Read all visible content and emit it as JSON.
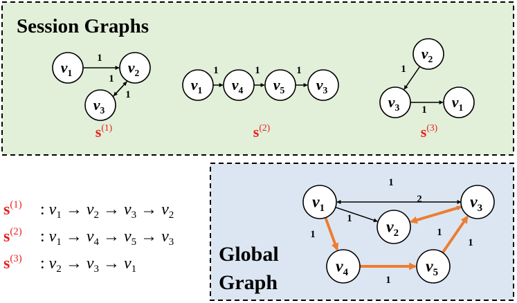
{
  "session_panel": {
    "title": "Session Graphs",
    "background": "#e2efd9",
    "graphs": [
      {
        "label_base": "s",
        "label_sup": "(1)",
        "nodes": [
          {
            "id": "v1",
            "base": "v",
            "sub": "1"
          },
          {
            "id": "v2",
            "base": "v",
            "sub": "2"
          },
          {
            "id": "v3",
            "base": "v",
            "sub": "3"
          }
        ],
        "edges": [
          {
            "from": "v1",
            "to": "v2",
            "weight": "1"
          },
          {
            "from": "v2",
            "to": "v3",
            "weight": "1"
          },
          {
            "from": "v3",
            "to": "v2",
            "weight": "1"
          }
        ]
      },
      {
        "label_base": "s",
        "label_sup": "(2)",
        "nodes": [
          {
            "id": "v1",
            "base": "v",
            "sub": "1"
          },
          {
            "id": "v4",
            "base": "v",
            "sub": "4"
          },
          {
            "id": "v5",
            "base": "v",
            "sub": "5"
          },
          {
            "id": "v3",
            "base": "v",
            "sub": "3"
          }
        ],
        "edges": [
          {
            "from": "v1",
            "to": "v4",
            "weight": "1"
          },
          {
            "from": "v4",
            "to": "v5",
            "weight": "1"
          },
          {
            "from": "v5",
            "to": "v3",
            "weight": "1"
          }
        ]
      },
      {
        "label_base": "s",
        "label_sup": "(3)",
        "nodes": [
          {
            "id": "v2",
            "base": "v",
            "sub": "2"
          },
          {
            "id": "v3",
            "base": "v",
            "sub": "3"
          },
          {
            "id": "v1",
            "base": "v",
            "sub": "1"
          }
        ],
        "edges": [
          {
            "from": "v2",
            "to": "v3",
            "weight": "1"
          },
          {
            "from": "v3",
            "to": "v1",
            "weight": "1"
          }
        ]
      }
    ]
  },
  "sequences": [
    {
      "label_base": "s",
      "label_sup": "(1)",
      "items": [
        {
          "base": "v",
          "sub": "1"
        },
        {
          "base": "v",
          "sub": "2"
        },
        {
          "base": "v",
          "sub": "3"
        },
        {
          "base": "v",
          "sub": "2"
        }
      ]
    },
    {
      "label_base": "s",
      "label_sup": "(2)",
      "items": [
        {
          "base": "v",
          "sub": "1"
        },
        {
          "base": "v",
          "sub": "4"
        },
        {
          "base": "v",
          "sub": "5"
        },
        {
          "base": "v",
          "sub": "3"
        }
      ]
    },
    {
      "label_base": "s",
      "label_sup": "(3)",
      "items": [
        {
          "base": "v",
          "sub": "2"
        },
        {
          "base": "v",
          "sub": "3"
        },
        {
          "base": "v",
          "sub": "1"
        }
      ]
    }
  ],
  "sequence_separator": ":",
  "sequence_arrow": "→",
  "global_panel": {
    "title_lines": [
      "Global",
      "Graph"
    ],
    "background": "#dce6f2",
    "nodes": [
      {
        "id": "v1",
        "base": "v",
        "sub": "1"
      },
      {
        "id": "v2",
        "base": "v",
        "sub": "2"
      },
      {
        "id": "v3",
        "base": "v",
        "sub": "3"
      },
      {
        "id": "v4",
        "base": "v",
        "sub": "4"
      },
      {
        "id": "v5",
        "base": "v",
        "sub": "5"
      }
    ],
    "edges": [
      {
        "from": "v3",
        "to": "v1",
        "weight": "1",
        "highlight": false,
        "bidirectional": true
      },
      {
        "from": "v2",
        "to": "v3",
        "weight": "2",
        "highlight": false
      },
      {
        "from": "v1",
        "to": "v2",
        "weight": "1",
        "highlight": false
      },
      {
        "from": "v3",
        "to": "v2",
        "weight": "1",
        "highlight": true
      },
      {
        "from": "v1",
        "to": "v4",
        "weight": "1",
        "highlight": true
      },
      {
        "from": "v4",
        "to": "v5",
        "weight": "1",
        "highlight": true
      },
      {
        "from": "v5",
        "to": "v3",
        "weight": "1",
        "highlight": true
      }
    ]
  },
  "colors": {
    "label_red": "#e8201c",
    "highlight_orange": "#ed7d31",
    "edge_black": "#000000",
    "node_fill": "#ffffff",
    "panel_border": "#000000"
  }
}
